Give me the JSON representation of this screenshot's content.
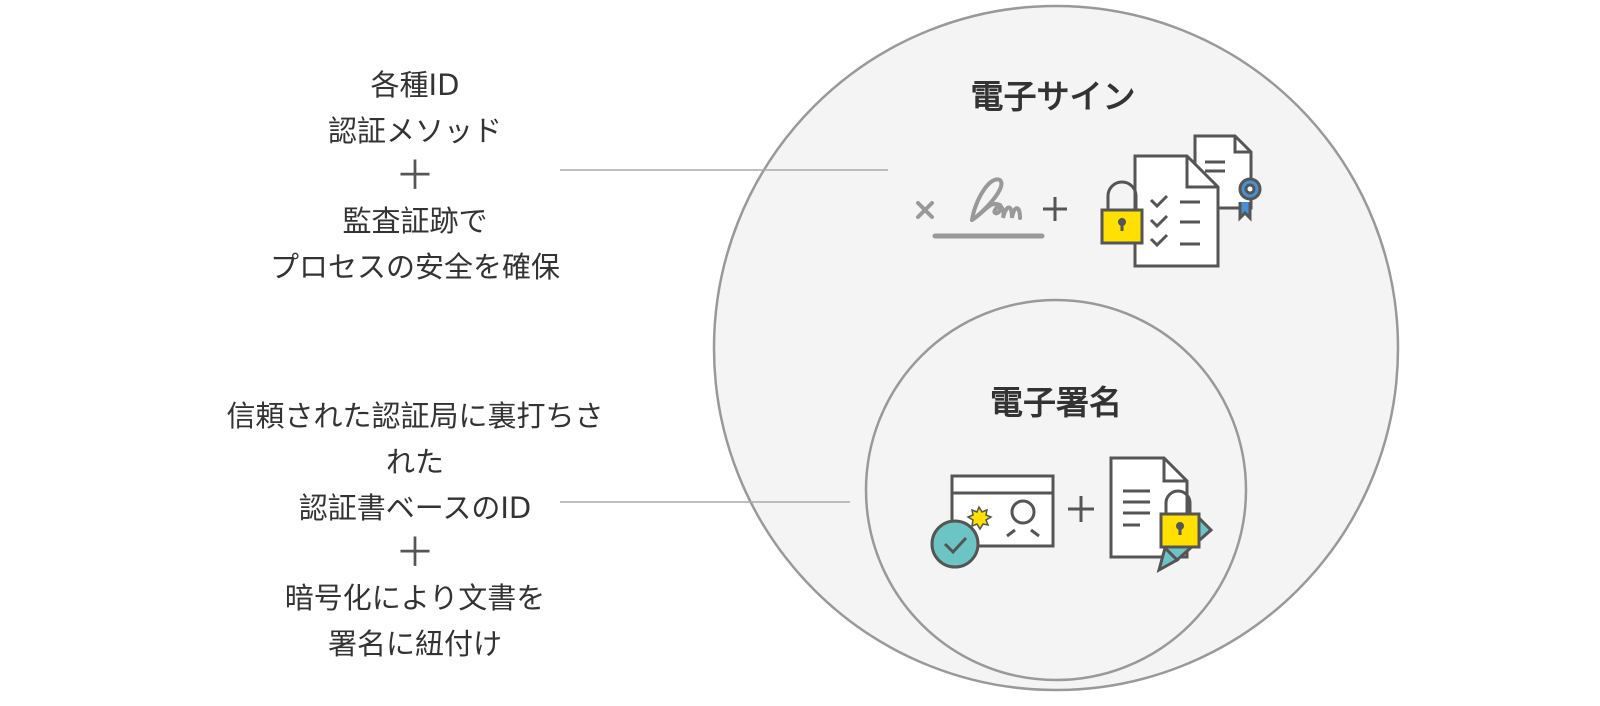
{
  "electronic_signature": {
    "title": "電子サイン",
    "description_lines": [
      "各種ID",
      "認証メソッド"
    ],
    "plus": "＋",
    "description_lines_2": [
      "監査証跡で",
      "プロセスの安全を確保"
    ],
    "icons": [
      "handwritten-signature-icon",
      "plus-icon",
      "padlock-icon",
      "checklist-document-icon",
      "certificate-document-icon"
    ]
  },
  "digital_signature": {
    "title": "電子署名",
    "description_lines": [
      "信頼された認証局に裏打ちされた",
      "認証書ベースのID"
    ],
    "plus": "＋",
    "description_lines_2": [
      "暗号化により文書を",
      "署名に紐付け"
    ],
    "icons": [
      "id-card-icon",
      "verified-check-icon",
      "plus-icon",
      "locked-document-icon",
      "pen-icon"
    ]
  },
  "colors": {
    "circle_fill": "#f4f4f4",
    "circle_stroke": "#999999",
    "lock_yellow": "#ffe000",
    "teal": "#6cc4c4",
    "badge_blue": "#4a90d0",
    "icon_stroke": "#555555"
  }
}
